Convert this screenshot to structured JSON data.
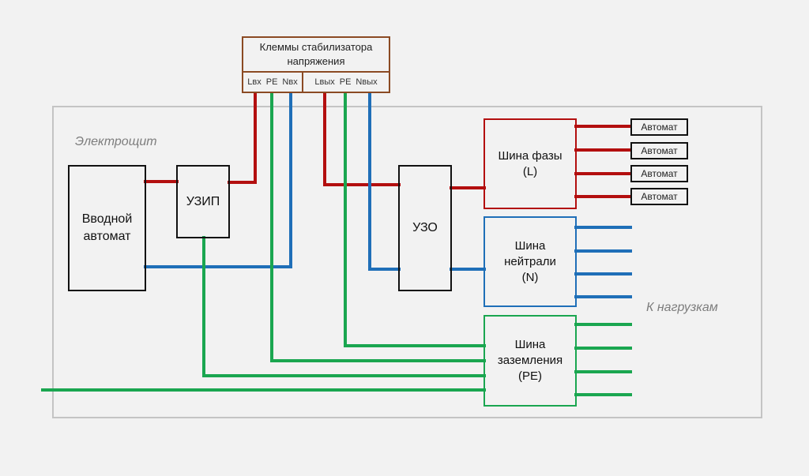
{
  "colors": {
    "phase": "#b30f0f",
    "neutral": "#1f6fb8",
    "ground": "#1aa650",
    "terminal_border": "#8b4a23",
    "device_border": "#111111",
    "panel_border": "#c4c4c4",
    "label_gray": "#7d7d7d"
  },
  "labels": {
    "panel": "Электрощит",
    "loads": "К нагрузкам"
  },
  "terminals": {
    "title": "Клеммы стабилизатора напряжения",
    "inputs": [
      "Lвх",
      "PE",
      "Nвх"
    ],
    "outputs": [
      "Lвых",
      "PE",
      "Nвых"
    ]
  },
  "devices": {
    "main_breaker": "Вводной автомат",
    "spd": "УЗИП",
    "rcd": "УЗО"
  },
  "busbars": {
    "phase": "Шина фазы (L)",
    "neutral": "Шина нейтрали (N)",
    "ground": "Шина заземления (PE)"
  },
  "breakers": [
    "Автомат",
    "Автомат",
    "Автомат",
    "Автомат"
  ]
}
